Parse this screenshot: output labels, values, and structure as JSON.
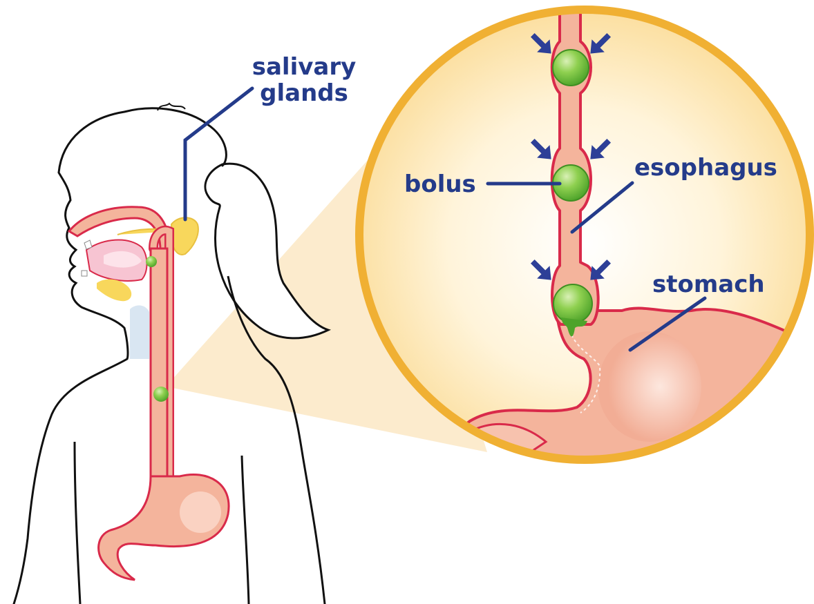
{
  "labels": {
    "salivary_line1": "salivary",
    "salivary_line2": "glands",
    "bolus": "bolus",
    "esophagus": "esophagus",
    "stomach": "stomach"
  },
  "colors": {
    "label_text": "#243b8a",
    "leader_line": "#243b8a",
    "circle_ring": "#f0b033",
    "circle_glow": "#fdebbd",
    "tissue": "#f4b49c",
    "tissue_outline": "#d92a4a",
    "bolus": "#6dbf3a",
    "salivary_gland": "#f8d75c",
    "arrow": "#2d3f97",
    "body_outline": "#111111"
  }
}
